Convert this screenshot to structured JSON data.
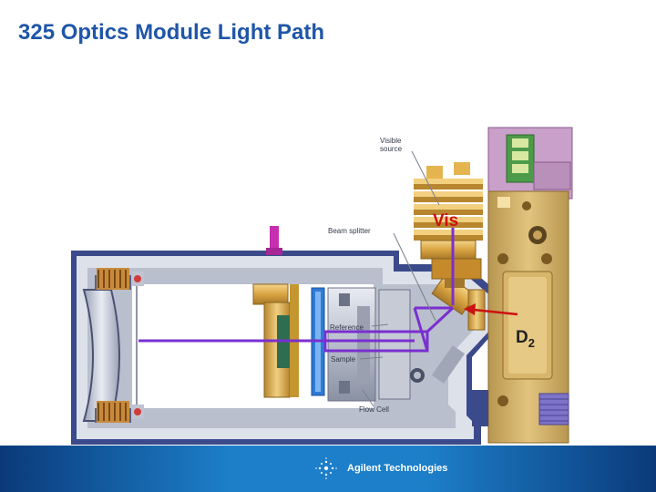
{
  "title": "325 Optics Module Light Path",
  "labels": {
    "visible_source": [
      "Visible",
      "source"
    ],
    "beam_splitter": "Beam splitter",
    "reference": "Reference",
    "sample": "Sample",
    "flow_cell": "Flow Cell",
    "vis": "Vis",
    "d2_main": "D",
    "d2_sub": "2"
  },
  "footer": {
    "brand": "Agilent Technologies"
  },
  "colors": {
    "title": "#1f56a8",
    "beam": "#7a2fd0",
    "arrow": "#cc1111",
    "footer": "#1d7fc9"
  }
}
